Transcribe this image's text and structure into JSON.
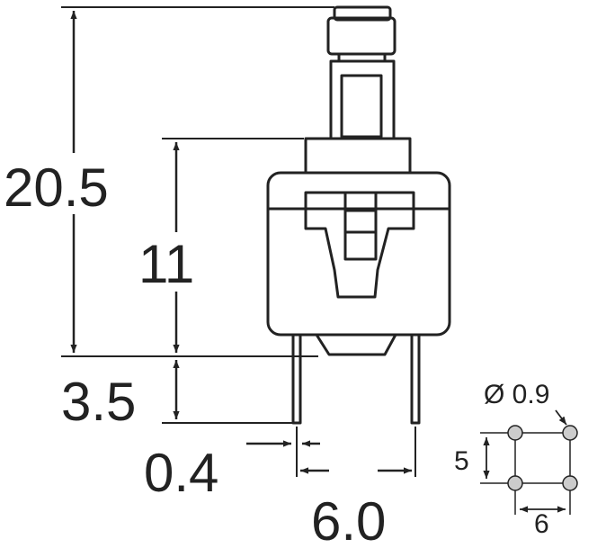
{
  "dimensions": {
    "total_height": "20.5",
    "body_height": "11",
    "pin_length": "3.5",
    "pin_width": "0.4",
    "pin_spacing": "6.0"
  },
  "footprint": {
    "hole_diameter": "Ø 0.9",
    "row_spacing": "5",
    "column_spacing": "6"
  },
  "colors": {
    "line": "#222222",
    "pad_fill": "#cccccc"
  }
}
